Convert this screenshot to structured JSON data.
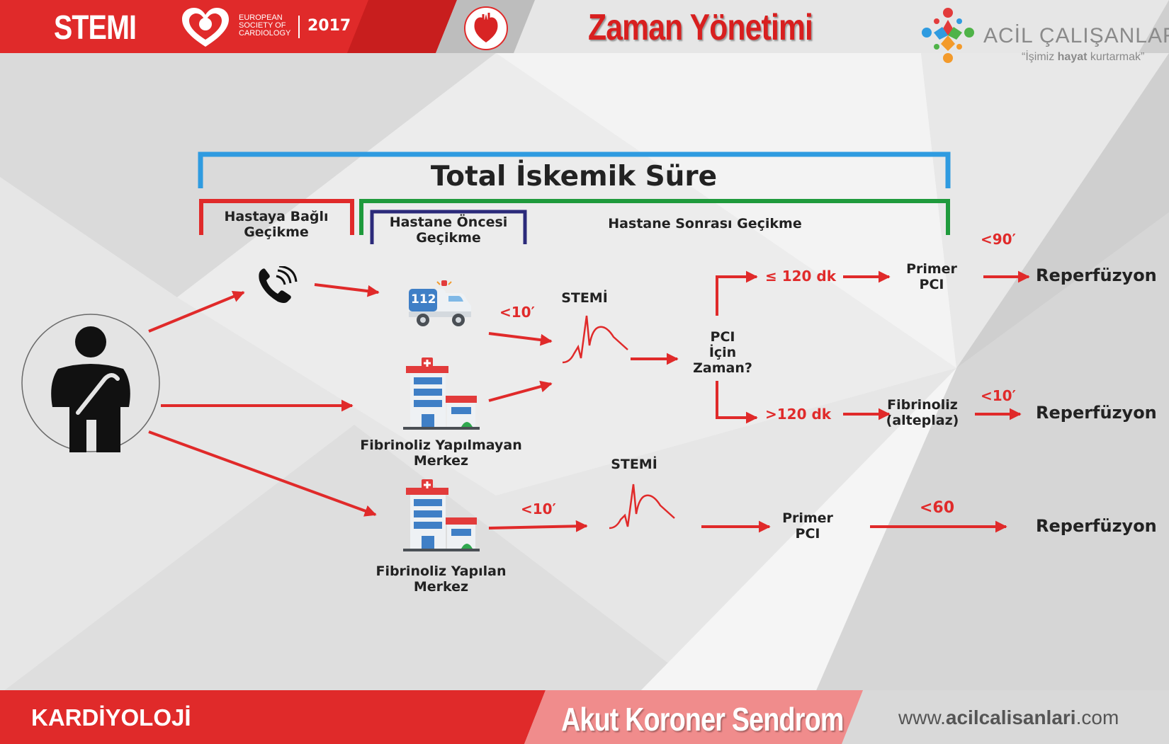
{
  "header": {
    "stemi": "STEMI",
    "esc_line1": "EUROPEAN",
    "esc_line2": "SOCIETY OF",
    "esc_line3": "CARDIOLOGY",
    "year": "2017",
    "title": "Zaman Yönetimi",
    "brand_name": "ACİL ÇALIŞANLARI",
    "brand_slogan_open": "“İşimiz ",
    "brand_slogan_bold": "hayat",
    "brand_slogan_close": " kurtarmak”"
  },
  "brackets": {
    "total": "Total İskemik Süre",
    "patient_delay_1": "Hastaya Bağlı",
    "patient_delay_2": "Geçikme",
    "prehospital_1": "Hastane Öncesi",
    "prehospital_2": "Geçikme",
    "posthospital": "Hastane Sonrası Geçikme"
  },
  "flow": {
    "ambulance_number": "112",
    "lt10_a": "<10′",
    "stemi_a": "STEMİ",
    "pci_q1": "PCI",
    "pci_q2": "İçin",
    "pci_q3": "Zaman?",
    "le120": "≤ 120 dk",
    "gt120": ">120 dk",
    "primer_pci_1": "Primer",
    "primer_pci_2": "PCI",
    "lt90": "<90′",
    "reperfusion_1": "Reperfüzyon",
    "fibrinoliz_1": "Fibrinoliz",
    "fibrinoliz_2": "(alteplaz)",
    "lt10_b": "<10′",
    "reperfusion_2": "Reperfüzyon",
    "center_no_1": "Fibrinoliz Yapılmayan",
    "center_no_2": "Merkez",
    "center_yes_1": "Fibrinoliz Yapılan",
    "center_yes_2": "Merkez",
    "lt10_c": "<10′",
    "stemi_b": "STEMİ",
    "primer_pci_b1": "Primer",
    "primer_pci_b2": "PCI",
    "lt60": "<60",
    "reperfusion_3": "Reperfüzyon"
  },
  "footer": {
    "left": "KARDİYOLOJİ",
    "center": "Akut Koroner Sendrom",
    "url_pre": "www.",
    "url_bold": "acilcalisanlari",
    "url_post": ".com"
  },
  "colors": {
    "red": "#e02a2a",
    "blue": "#2f9be0",
    "green": "#1f9a3c",
    "navy": "#2b2a7a",
    "dark": "#222222"
  }
}
